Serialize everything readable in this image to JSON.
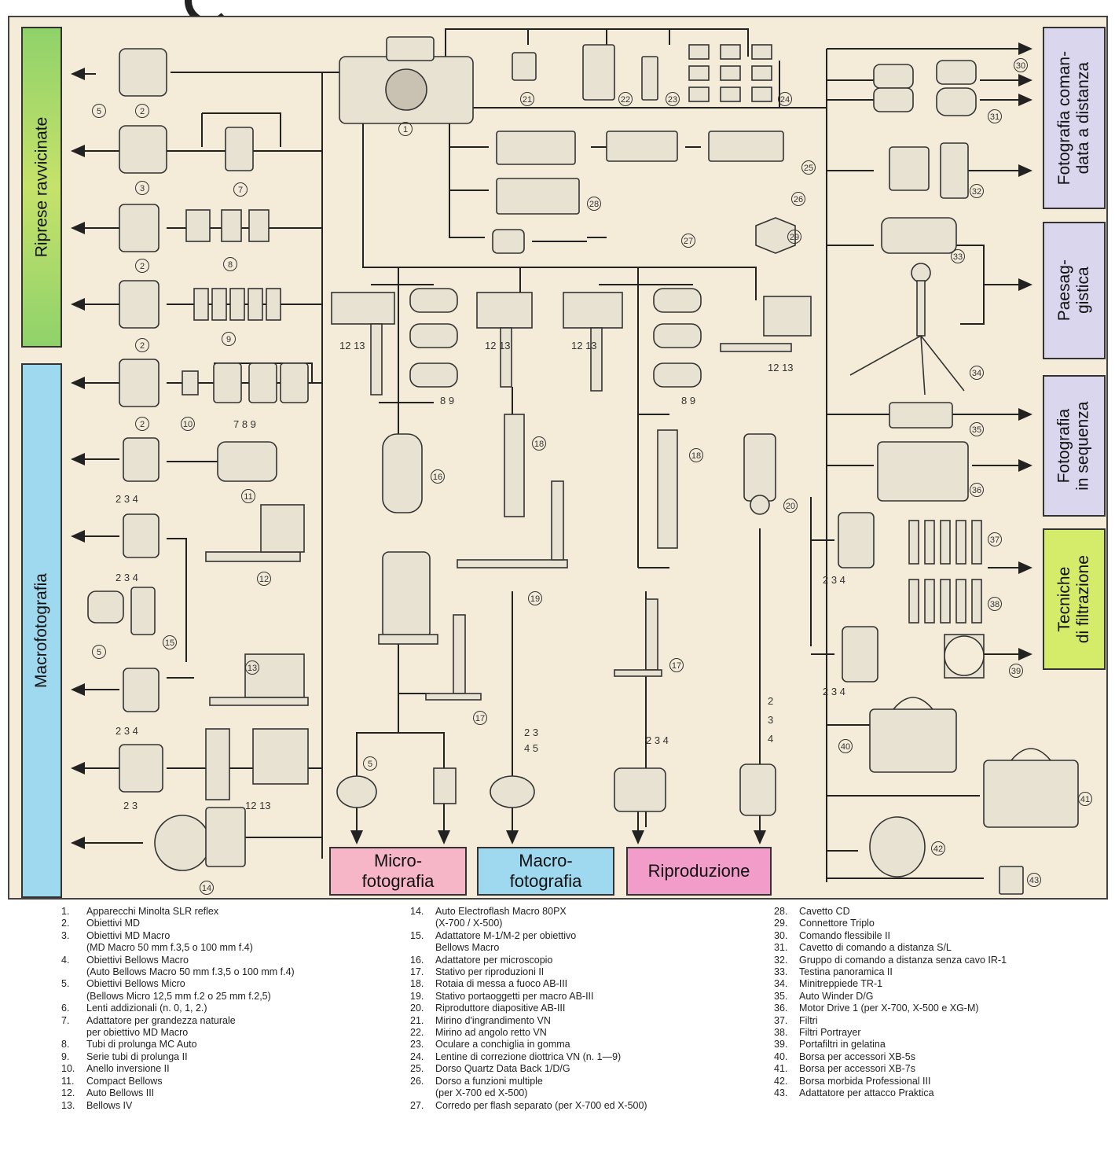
{
  "side_labels": {
    "close_up": "Riprese ravvicinate",
    "macro_side": "Macrofotografia",
    "remote": "Fotografia coman-\ndata a distanza",
    "landscape": "Paesag-\ngistica",
    "sequence": "Fotografia\nin sequenza",
    "filter": "Tecniche\ndi filtrazione"
  },
  "bottom_labels": {
    "micro": "Micro-\nfotografia",
    "macro": "Macro-\nfotografia",
    "repro": "Riproduzione"
  },
  "colors": {
    "panel_bg": "#f4ecd9",
    "green": "#7cc95a",
    "blue": "#9fd9ef",
    "pink": "#f29cc9",
    "lavender": "#d9d6ee",
    "yellow_green": "#d5ec6b",
    "micro_pink": "#f6b6c8"
  },
  "numbers": {
    "n5a": "5",
    "n2a": "2",
    "n1": "1",
    "n21": "21",
    "n22": "22",
    "n23": "23",
    "n24": "24",
    "n30": "30",
    "n31": "31",
    "n3a": "3",
    "n7a": "7",
    "n25": "25",
    "n26": "26",
    "n28": "28",
    "n32": "32",
    "n2b": "2",
    "n8a": "8",
    "n27": "27",
    "n29": "29",
    "n33": "33",
    "n2c": "2",
    "n9a": "9",
    "n1213a": "12 13",
    "n1213b": "12 13",
    "n1213c": "12 13",
    "n1213d": "12 13",
    "n89a": "8 9",
    "n89b": "8 9",
    "n34": "34",
    "n2d": "2",
    "n10": "10",
    "n789": "7 8 9",
    "n35": "35",
    "n234a": "2 3 4",
    "n11": "11",
    "n16": "16",
    "n18a": "18",
    "n18b": "18",
    "n20": "20",
    "n36": "36",
    "n37": "37",
    "n234b": "2 3 4",
    "n12": "12",
    "n38": "38",
    "n5b": "5",
    "n15": "15",
    "n19": "19",
    "n39": "39",
    "n13": "13",
    "n17a": "17",
    "n17b": "17",
    "n234c": "2 3 4",
    "n234d": "2 3 4",
    "n2345": "2 3\n4 5",
    "n234e": "2 3 4",
    "n234f": "2\n3\n4",
    "n40": "40",
    "n41": "41",
    "n5c": "5",
    "n23b": "2 3",
    "n1213e": "12 13",
    "n42": "42",
    "n14": "14",
    "n43": "43"
  },
  "legend": {
    "col1": [
      {
        "n": "1.",
        "t": "Apparecchi Minolta SLR reflex"
      },
      {
        "n": "2.",
        "t": "Obiettivi MD"
      },
      {
        "n": "3.",
        "t": "Obiettivi MD Macro"
      },
      {
        "n": "",
        "t": "(MD Macro 50 mm f.3,5 o 100 mm f.4)"
      },
      {
        "n": "4.",
        "t": "Obiettivi Bellows Macro"
      },
      {
        "n": "",
        "t": "(Auto Bellows Macro 50 mm f.3,5 o 100 mm f.4)"
      },
      {
        "n": "5.",
        "t": "Obiettivi Bellows Micro"
      },
      {
        "n": "",
        "t": "(Bellows Micro 12,5 mm f.2 o 25 mm f.2,5)"
      },
      {
        "n": "6.",
        "t": "Lenti addizionali (n. 0, 1, 2.)"
      },
      {
        "n": "7.",
        "t": "Adattatore per grandezza naturale"
      },
      {
        "n": "",
        "t": "per obiettivo MD Macro"
      },
      {
        "n": "8.",
        "t": "Tubi di prolunga MC Auto"
      },
      {
        "n": "9.",
        "t": "Serie tubi di prolunga II"
      },
      {
        "n": "10.",
        "t": "Anello inversione II"
      },
      {
        "n": "11.",
        "t": "Compact Bellows"
      },
      {
        "n": "12.",
        "t": "Auto Bellows III"
      },
      {
        "n": "13.",
        "t": "Bellows IV"
      }
    ],
    "col2": [
      {
        "n": "14.",
        "t": "Auto Electroflash Macro 80PX"
      },
      {
        "n": "",
        "t": "(X-700 / X-500)"
      },
      {
        "n": "15.",
        "t": "Adattatore M-1/M-2 per obiettivo"
      },
      {
        "n": "",
        "t": "Bellows Macro"
      },
      {
        "n": "16.",
        "t": "Adattatore per microscopio"
      },
      {
        "n": "17.",
        "t": "Stativo per riproduzioni II"
      },
      {
        "n": "18.",
        "t": "Rotaia di messa a fuoco AB-III"
      },
      {
        "n": "19.",
        "t": "Stativo portaoggetti per macro AB-III"
      },
      {
        "n": "20.",
        "t": "Riproduttore diapositive AB-III"
      },
      {
        "n": "21.",
        "t": "Mirino d'ingrandimento VN"
      },
      {
        "n": "22.",
        "t": "Mirino ad angolo retto VN"
      },
      {
        "n": "23.",
        "t": "Oculare a conchiglia in gomma"
      },
      {
        "n": "24.",
        "t": "Lentine di correzione diottrica VN (n. 1—9)"
      },
      {
        "n": "25.",
        "t": "Dorso Quartz Data Back 1/D/G"
      },
      {
        "n": "26.",
        "t": "Dorso a funzioni multiple"
      },
      {
        "n": "",
        "t": "(per X-700 ed X-500)"
      },
      {
        "n": "27.",
        "t": "Corredo per flash separato (per X-700 ed X-500)"
      }
    ],
    "col3": [
      {
        "n": "28.",
        "t": "Cavetto CD"
      },
      {
        "n": "29.",
        "t": "Connettore Triplo"
      },
      {
        "n": "30.",
        "t": "Comando flessibile II"
      },
      {
        "n": "31.",
        "t": "Cavetto di comando a distanza S/L"
      },
      {
        "n": "32.",
        "t": "Gruppo di comando a distanza senza cavo IR-1"
      },
      {
        "n": "33.",
        "t": "Testina panoramica II"
      },
      {
        "n": "34.",
        "t": "Minitreppiede TR-1"
      },
      {
        "n": "35.",
        "t": "Auto Winder D/G"
      },
      {
        "n": "36.",
        "t": "Motor Drive 1 (per X-700, X-500 e XG-M)"
      },
      {
        "n": "37.",
        "t": "Filtri"
      },
      {
        "n": "38.",
        "t": "Filtri Portrayer"
      },
      {
        "n": "39.",
        "t": "Portafiltri in gelatina"
      },
      {
        "n": "40.",
        "t": "Borsa per accessori XB-5s"
      },
      {
        "n": "41.",
        "t": "Borsa per accessori XB-7s"
      },
      {
        "n": "42.",
        "t": "Borsa morbida Professional III"
      },
      {
        "n": "43.",
        "t": "Adattatore per attacco Praktica"
      }
    ]
  }
}
